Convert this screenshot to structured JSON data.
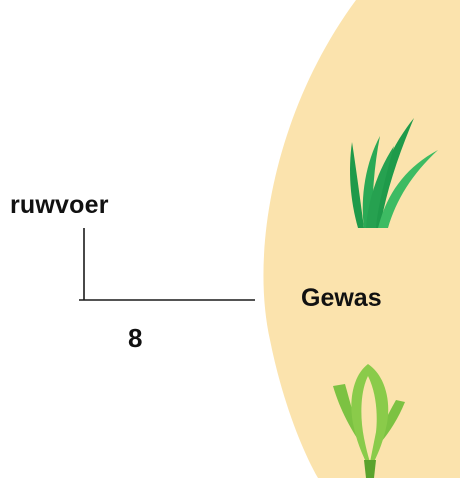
{
  "labels": {
    "ruwvoer": "ruwvoer",
    "number": "8",
    "gewas": "Gewas"
  },
  "colors": {
    "circle_fill": "#fbe3ad",
    "line": "#1a1a1a",
    "grass": "#1f9a4a",
    "grass_light": "#3dbb63",
    "corn": "#7cc242",
    "corn_dark": "#5aa32c"
  },
  "icons": {
    "top": "grass-icon",
    "bottom": "corn-icon"
  }
}
